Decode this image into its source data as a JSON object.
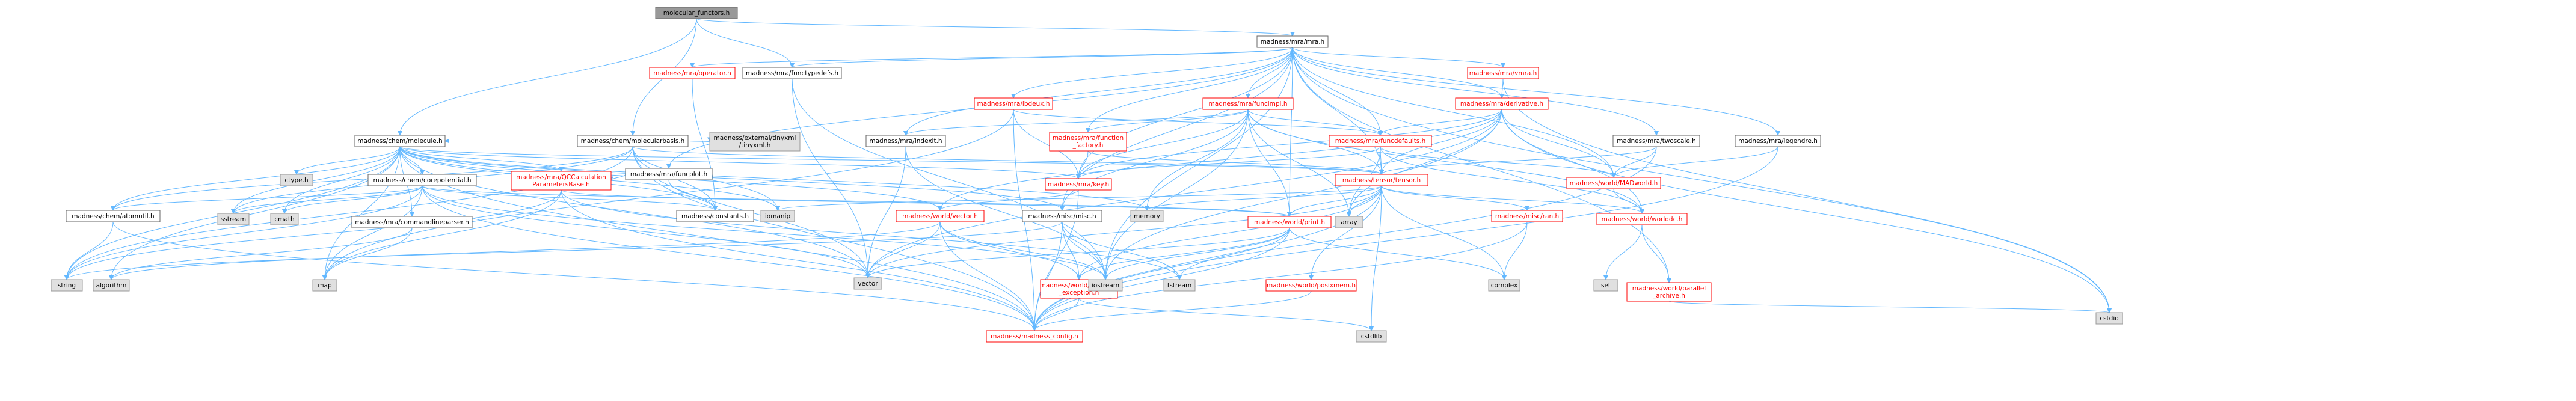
{
  "colors": {
    "edge": "#63b8ff",
    "plain_fill": "#ffffff",
    "plain_stroke": "#666666",
    "red_stroke": "#ff0000",
    "red_text": "#ff0000",
    "gray_fill": "#e0e0e0",
    "gray_stroke": "#999999",
    "root_fill": "#999999",
    "root_stroke": "#666666",
    "text": "#000000"
  },
  "nodes": [
    {
      "id": "root",
      "label": [
        "molecular_functors.h"
      ],
      "style": "root"
    },
    {
      "id": "mra_h",
      "label": [
        "madness/mra/mra.h"
      ],
      "style": "plain"
    },
    {
      "id": "molbasis",
      "label": [
        "madness/chem/molecularbasis.h"
      ],
      "style": "plain"
    },
    {
      "id": "functypedefs",
      "label": [
        "madness/mra/functypedefs.h"
      ],
      "style": "plain"
    },
    {
      "id": "operator_h",
      "label": [
        "madness/mra/operator.h"
      ],
      "style": "red"
    },
    {
      "id": "vmra",
      "label": [
        "madness/mra/vmra.h"
      ],
      "style": "red"
    },
    {
      "id": "derivative",
      "label": [
        "madness/mra/derivative.h"
      ],
      "style": "red"
    },
    {
      "id": "funcimpl",
      "label": [
        "madness/mra/funcimpl.h"
      ],
      "style": "red"
    },
    {
      "id": "lbdeux",
      "label": [
        "madness/mra/lbdeux.h"
      ],
      "style": "red"
    },
    {
      "id": "funcplot",
      "label": [
        "madness/mra/funcplot.h"
      ],
      "style": "plain"
    },
    {
      "id": "indexit",
      "label": [
        "madness/mra/indexit.h"
      ],
      "style": "plain"
    },
    {
      "id": "function_factory",
      "label": [
        "madness/mra/function",
        "_factory.h"
      ],
      "style": "red"
    },
    {
      "id": "funcdefaults",
      "label": [
        "madness/mra/funcdefaults.h"
      ],
      "style": "red"
    },
    {
      "id": "twoscale",
      "label": [
        "madness/mra/twoscale.h"
      ],
      "style": "plain"
    },
    {
      "id": "legendre",
      "label": [
        "madness/mra/legendre.h"
      ],
      "style": "plain"
    },
    {
      "id": "molecule",
      "label": [
        "madness/chem/molecule.h"
      ],
      "style": "plain"
    },
    {
      "id": "tinyxml2",
      "label": [
        "madness/external/tinyxml",
        "/tinyxml.h"
      ],
      "style": "gray"
    },
    {
      "id": "key",
      "label": [
        "madness/mra/key.h"
      ],
      "style": "red"
    },
    {
      "id": "tensor",
      "label": [
        "madness/tensor/tensor.h"
      ],
      "style": "red"
    },
    {
      "id": "madworld",
      "label": [
        "madness/world/MADworld.h"
      ],
      "style": "red"
    },
    {
      "id": "corepotential",
      "label": [
        "madness/chem/corepotential.h"
      ],
      "style": "plain"
    },
    {
      "id": "qccalc",
      "label": [
        "madness/mra/QCCalculation",
        "ParametersBase.h"
      ],
      "style": "red"
    },
    {
      "id": "ctype",
      "label": [
        "ctype.h"
      ],
      "style": "gray"
    },
    {
      "id": "atomutil",
      "label": [
        "madness/chem/atomutil.h"
      ],
      "style": "plain"
    },
    {
      "id": "sstream",
      "label": [
        "sstream"
      ],
      "style": "gray"
    },
    {
      "id": "cmath",
      "label": [
        "cmath"
      ],
      "style": "gray"
    },
    {
      "id": "cmdparser",
      "label": [
        "madness/mra/commandlineparser.h"
      ],
      "style": "plain"
    },
    {
      "id": "constants",
      "label": [
        "madness/constants.h"
      ],
      "style": "plain"
    },
    {
      "id": "iomanip",
      "label": [
        "iomanip"
      ],
      "style": "gray"
    },
    {
      "id": "worldvector",
      "label": [
        "madness/world/vector.h"
      ],
      "style": "red"
    },
    {
      "id": "misc",
      "label": [
        "madness/misc/misc.h"
      ],
      "style": "plain"
    },
    {
      "id": "memory",
      "label": [
        "memory"
      ],
      "style": "gray"
    },
    {
      "id": "worldprint",
      "label": [
        "madness/world/print.h"
      ],
      "style": "red"
    },
    {
      "id": "array",
      "label": [
        "array"
      ],
      "style": "gray"
    },
    {
      "id": "ran",
      "label": [
        "madness/misc/ran.h"
      ],
      "style": "red"
    },
    {
      "id": "worlddc",
      "label": [
        "madness/world/worlddc.h"
      ],
      "style": "red"
    },
    {
      "id": "string",
      "label": [
        "string"
      ],
      "style": "gray"
    },
    {
      "id": "algorithm",
      "label": [
        "algorithm"
      ],
      "style": "gray"
    },
    {
      "id": "map",
      "label": [
        "map"
      ],
      "style": "gray"
    },
    {
      "id": "vector",
      "label": [
        "vector"
      ],
      "style": "gray"
    },
    {
      "id": "madexc",
      "label": [
        "madness/world/madness",
        "_exception.h"
      ],
      "style": "red"
    },
    {
      "id": "iostream",
      "label": [
        "iostream"
      ],
      "style": "gray"
    },
    {
      "id": "fstream",
      "label": [
        "fstream"
      ],
      "style": "gray"
    },
    {
      "id": "posixmem",
      "label": [
        "madness/world/posixmem.h"
      ],
      "style": "red"
    },
    {
      "id": "set",
      "label": [
        "set"
      ],
      "style": "gray"
    },
    {
      "id": "complex",
      "label": [
        "complex"
      ],
      "style": "gray"
    },
    {
      "id": "parallel",
      "label": [
        "madness/world/parallel",
        "_archive.h"
      ],
      "style": "red"
    },
    {
      "id": "cstdio",
      "label": [
        "cstdio"
      ],
      "style": "gray"
    },
    {
      "id": "config",
      "label": [
        "madness/madness_config.h"
      ],
      "style": "red"
    },
    {
      "id": "cstdlib",
      "label": [
        "cstdlib"
      ],
      "style": "gray"
    }
  ],
  "edges": [
    [
      "root",
      "mra_h"
    ],
    [
      "root",
      "molbasis"
    ],
    [
      "root",
      "functypedefs"
    ],
    [
      "root",
      "molecule"
    ],
    [
      "mra_h",
      "functypedefs"
    ],
    [
      "mra_h",
      "operator_h"
    ],
    [
      "mra_h",
      "vmra"
    ],
    [
      "mra_h",
      "derivative"
    ],
    [
      "mra_h",
      "funcimpl"
    ],
    [
      "mra_h",
      "lbdeux"
    ],
    [
      "mra_h",
      "funcplot"
    ],
    [
      "mra_h",
      "indexit"
    ],
    [
      "mra_h",
      "function_factory"
    ],
    [
      "mra_h",
      "funcdefaults"
    ],
    [
      "mra_h",
      "twoscale"
    ],
    [
      "mra_h",
      "legendre"
    ],
    [
      "mra_h",
      "key"
    ],
    [
      "mra_h",
      "tensor"
    ],
    [
      "mra_h",
      "madworld"
    ],
    [
      "mra_h",
      "worldprint"
    ],
    [
      "mra_h",
      "parallel"
    ],
    [
      "mra_h",
      "cstdio"
    ],
    [
      "mra_h",
      "iostream"
    ],
    [
      "mra_h",
      "misc"
    ],
    [
      "molbasis",
      "molecule"
    ],
    [
      "molbasis",
      "tinyxml2"
    ],
    [
      "molbasis",
      "tensor"
    ],
    [
      "molbasis",
      "constants"
    ],
    [
      "molbasis",
      "sstream"
    ],
    [
      "molbasis",
      "iomanip"
    ],
    [
      "molbasis",
      "vector"
    ],
    [
      "molbasis",
      "string"
    ],
    [
      "molbasis",
      "atomutil"
    ],
    [
      "molbasis",
      "config"
    ],
    [
      "functypedefs",
      "vector"
    ],
    [
      "functypedefs",
      "iostream"
    ],
    [
      "operator_h",
      "constants"
    ],
    [
      "vmra",
      "derivative"
    ],
    [
      "vmra",
      "cstdio"
    ],
    [
      "derivative",
      "funcdefaults"
    ],
    [
      "derivative",
      "tensor"
    ],
    [
      "derivative",
      "key"
    ],
    [
      "derivative",
      "madworld"
    ],
    [
      "derivative",
      "worldvector"
    ],
    [
      "derivative",
      "array"
    ],
    [
      "derivative",
      "iostream"
    ],
    [
      "derivative",
      "cstdio"
    ],
    [
      "derivative",
      "worlddc"
    ],
    [
      "derivative",
      "vector"
    ],
    [
      "funcimpl",
      "funcdefaults"
    ],
    [
      "funcimpl",
      "function_factory"
    ],
    [
      "funcimpl",
      "key"
    ],
    [
      "funcimpl",
      "indexit"
    ],
    [
      "funcimpl",
      "tensor"
    ],
    [
      "funcimpl",
      "worldprint"
    ],
    [
      "funcimpl",
      "memory"
    ],
    [
      "funcimpl",
      "iostream"
    ],
    [
      "funcimpl",
      "misc"
    ],
    [
      "funcimpl",
      "worlddc"
    ],
    [
      "funcimpl",
      "array"
    ],
    [
      "lbdeux",
      "key"
    ],
    [
      "lbdeux",
      "funcdefaults"
    ],
    [
      "lbdeux",
      "map"
    ],
    [
      "lbdeux",
      "config"
    ],
    [
      "funcplot",
      "qccalc"
    ],
    [
      "funcplot",
      "constants"
    ],
    [
      "indexit",
      "vector"
    ],
    [
      "indexit",
      "iostream"
    ],
    [
      "function_factory",
      "key"
    ],
    [
      "function_factory",
      "tensor"
    ],
    [
      "funcdefaults",
      "tensor"
    ],
    [
      "funcdefaults",
      "madworld"
    ],
    [
      "funcdefaults",
      "key"
    ],
    [
      "funcdefaults",
      "array"
    ],
    [
      "funcdefaults",
      "worlddc"
    ],
    [
      "twoscale",
      "tensor"
    ],
    [
      "twoscale",
      "madworld"
    ],
    [
      "twoscale",
      "config"
    ],
    [
      "legendre",
      "madworld"
    ],
    [
      "legendre",
      "config"
    ],
    [
      "molecule",
      "corepotential"
    ],
    [
      "molecule",
      "qccalc"
    ],
    [
      "molecule",
      "ctype"
    ],
    [
      "molecule",
      "atomutil"
    ],
    [
      "molecule",
      "sstream"
    ],
    [
      "molecule",
      "cmath"
    ],
    [
      "molecule",
      "cmdparser"
    ],
    [
      "molecule",
      "constants"
    ],
    [
      "molecule",
      "iomanip"
    ],
    [
      "molecule",
      "tensor"
    ],
    [
      "molecule",
      "misc"
    ],
    [
      "molecule",
      "memory"
    ],
    [
      "molecule",
      "key"
    ],
    [
      "molecule",
      "worldvector"
    ],
    [
      "molecule",
      "vector"
    ],
    [
      "molecule",
      "string"
    ],
    [
      "molecule",
      "algorithm"
    ],
    [
      "molecule",
      "map"
    ],
    [
      "molecule",
      "config"
    ],
    [
      "key",
      "worldvector"
    ],
    [
      "key",
      "config"
    ],
    [
      "tensor",
      "memory"
    ],
    [
      "tensor",
      "complex"
    ],
    [
      "tensor",
      "array"
    ],
    [
      "tensor",
      "worldprint"
    ],
    [
      "tensor",
      "ran"
    ],
    [
      "tensor",
      "posixmem"
    ],
    [
      "tensor",
      "cstdlib"
    ],
    [
      "tensor",
      "madexc"
    ],
    [
      "tensor",
      "iomanip"
    ],
    [
      "tensor",
      "vector"
    ],
    [
      "tensor",
      "worlddc"
    ],
    [
      "tensor",
      "config"
    ],
    [
      "madworld",
      "worlddc"
    ],
    [
      "corepotential",
      "atomutil"
    ],
    [
      "corepotential",
      "constants"
    ],
    [
      "corepotential",
      "worldprint"
    ],
    [
      "corepotential",
      "string"
    ],
    [
      "corepotential",
      "sstream"
    ],
    [
      "corepotential",
      "cmath"
    ],
    [
      "corepotential",
      "vector"
    ],
    [
      "corepotential",
      "iostream"
    ],
    [
      "corepotential",
      "config"
    ],
    [
      "corepotential",
      "map"
    ],
    [
      "qccalc",
      "worldprint"
    ],
    [
      "qccalc",
      "map"
    ],
    [
      "qccalc",
      "string"
    ],
    [
      "qccalc",
      "config"
    ],
    [
      "qccalc",
      "fstream"
    ],
    [
      "atomutil",
      "string"
    ],
    [
      "atomutil",
      "config"
    ],
    [
      "cmdparser",
      "map"
    ],
    [
      "cmdparser",
      "algorithm"
    ],
    [
      "worldvector",
      "vector"
    ],
    [
      "worldvector",
      "madexc"
    ],
    [
      "worldvector",
      "algorithm"
    ],
    [
      "worldvector",
      "iostream"
    ],
    [
      "worldvector",
      "config"
    ],
    [
      "misc",
      "iostream"
    ],
    [
      "misc",
      "fstream"
    ],
    [
      "misc",
      "madexc"
    ],
    [
      "misc",
      "config"
    ],
    [
      "misc",
      "string"
    ],
    [
      "worldprint",
      "iostream"
    ],
    [
      "worldprint",
      "vector"
    ],
    [
      "worldprint",
      "fstream"
    ],
    [
      "worldprint",
      "complex"
    ],
    [
      "worldprint",
      "madexc"
    ],
    [
      "worldprint",
      "config"
    ],
    [
      "ran",
      "complex"
    ],
    [
      "ran",
      "config"
    ],
    [
      "worlddc",
      "set"
    ],
    [
      "worlddc",
      "parallel"
    ],
    [
      "madexc",
      "config"
    ],
    [
      "madexc",
      "cstdlib"
    ],
    [
      "posixmem",
      "config"
    ],
    [
      "parallel",
      "cstdio"
    ]
  ]
}
